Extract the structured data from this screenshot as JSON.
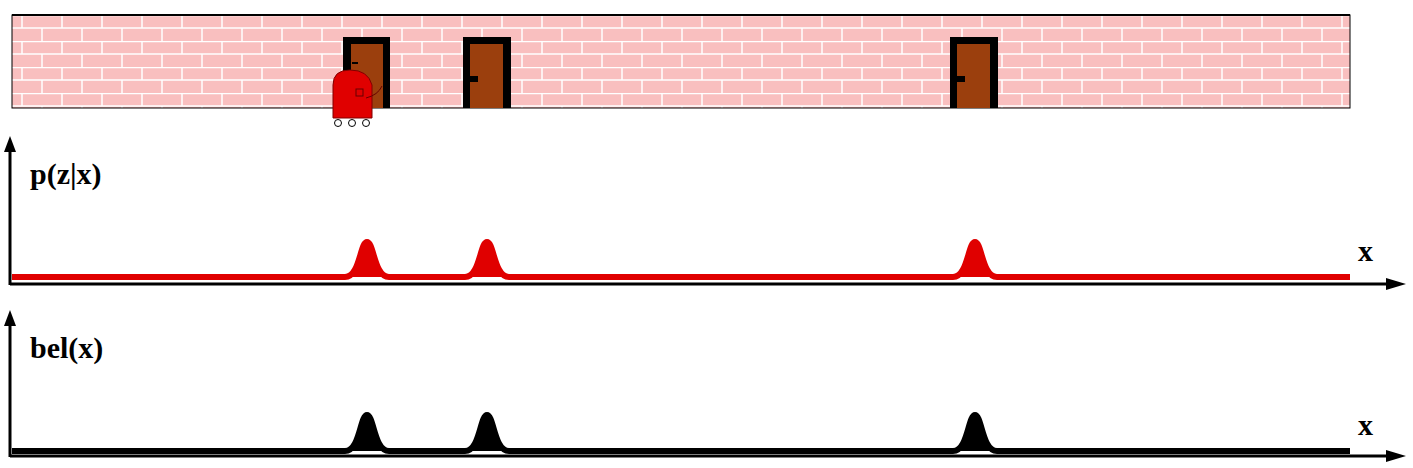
{
  "diagram": {
    "labels": [
      "p(z|x)",
      "x",
      "bel(x)",
      "x"
    ]
  }
}
